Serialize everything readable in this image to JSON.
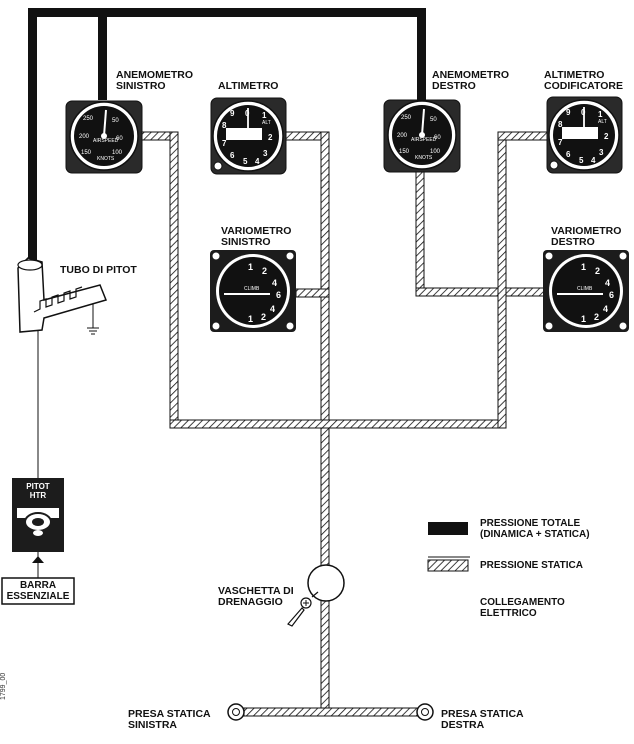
{
  "labels": {
    "anemometro_sinistro_l1": "ANEMOMETRO",
    "anemometro_sinistro_l2": "SINISTRO",
    "altimetro": "ALTIMETRO",
    "anemometro_destro_l1": "ANEMOMETRO",
    "anemometro_destro_l2": "DESTRO",
    "altimetro_codificatore_l1": "ALTIMETRO",
    "altimetro_codificatore_l2": "CODIFICATORE",
    "variometro_sinistro_l1": "VARIOMETRO",
    "variometro_sinistro_l2": "SINISTRO",
    "variometro_destro_l1": "VARIOMETRO",
    "variometro_destro_l2": "DESTRO",
    "tubo_di_pitot": "TUBO DI PITOT",
    "pitot_htr_l1": "PITOT",
    "pitot_htr_l2": "HTR",
    "barra_l1": "BARRA",
    "barra_l2": "ESSENZIALE",
    "vaschetta_l1": "VASCHETTA DI",
    "vaschetta_l2": "DRENAGGIO",
    "presa_sinistra_l1": "PRESA STATICA",
    "presa_sinistra_l2": "SINISTRA",
    "presa_destra_l1": "PRESA STATICA",
    "presa_destra_l2": "DESTRA"
  },
  "legend": {
    "totale_l1": "PRESSIONE TOTALE",
    "totale_l2": "(DINAMICA + STATICA)",
    "statica": "PRESSIONE STATICA",
    "elettrico_l1": "COLLEGAMENTO",
    "elettrico_l2": "ELETTRICO"
  },
  "instrument_text": {
    "airspeed": "AIRSPEED",
    "knots": "KNOTS",
    "alt": "ALT",
    "climb": "CLIMB",
    "asi_ticks": [
      "250",
      "50",
      "200",
      "60",
      "150",
      "100"
    ],
    "alt_digits": [
      "0",
      "1",
      "2",
      "3",
      "4",
      "5",
      "6",
      "7",
      "8",
      "9"
    ],
    "vsi_digits": [
      "1",
      "2",
      "4",
      "6",
      "4",
      "2",
      "1"
    ]
  },
  "reference": "1799_00",
  "colors": {
    "line": "#111111",
    "panel": "#1c1c1c",
    "face": "#111111",
    "paper": "#ffffff"
  }
}
